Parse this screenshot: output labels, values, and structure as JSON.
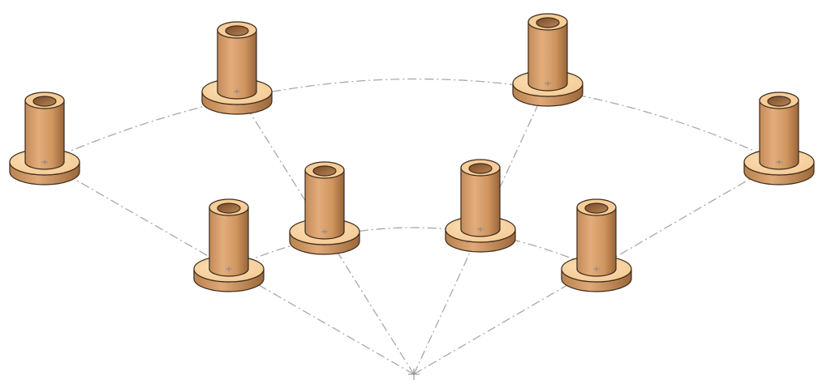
{
  "colors": {
    "background": "#ffffff",
    "bushing_light": "#fad7a7",
    "bushing_mid": "#dba576",
    "bushing_dark": "#b07a4c",
    "bore_inner": "#8f5b30",
    "edge": "#3a2a1a",
    "guide_line": "#a8a8a8"
  },
  "pattern": {
    "type": "circular-pattern",
    "rings": 2,
    "instances_per_ring": 4,
    "total_instances": 8
  },
  "components": [
    {
      "name": "flanged-bushing",
      "ring": "outer",
      "index": 1
    },
    {
      "name": "flanged-bushing",
      "ring": "outer",
      "index": 2
    },
    {
      "name": "flanged-bushing",
      "ring": "outer",
      "index": 3
    },
    {
      "name": "flanged-bushing",
      "ring": "outer",
      "index": 4
    },
    {
      "name": "flanged-bushing",
      "ring": "inner",
      "index": 1
    },
    {
      "name": "flanged-bushing",
      "ring": "inner",
      "index": 2
    },
    {
      "name": "flanged-bushing",
      "ring": "inner",
      "index": 3
    },
    {
      "name": "flanged-bushing",
      "ring": "inner",
      "index": 4
    }
  ],
  "icons": {
    "bushing": "flanged-bushing-icon",
    "center": "pattern-center-icon"
  }
}
